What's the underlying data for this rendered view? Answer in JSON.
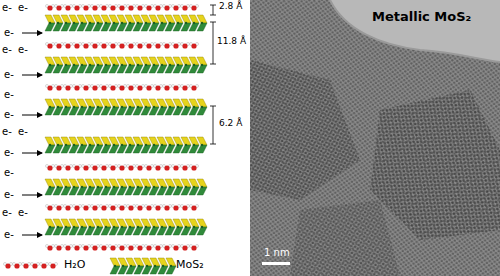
{
  "diagram": {
    "labels": [
      "e-",
      "e-",
      "e-",
      "e-",
      "e-",
      "e-",
      "e-",
      "e-",
      "e-",
      "e-",
      "e-",
      "e-",
      "e-",
      "e-",
      "e-",
      "e-",
      "2.8 Å",
      "11.8 Å",
      "6.2 Å",
      "Metallic MoS₂",
      "1 nm"
    ],
    "legend": [
      {
        "text": "H₂O"
      },
      {
        "text": "MoS₂"
      }
    ]
  }
}
